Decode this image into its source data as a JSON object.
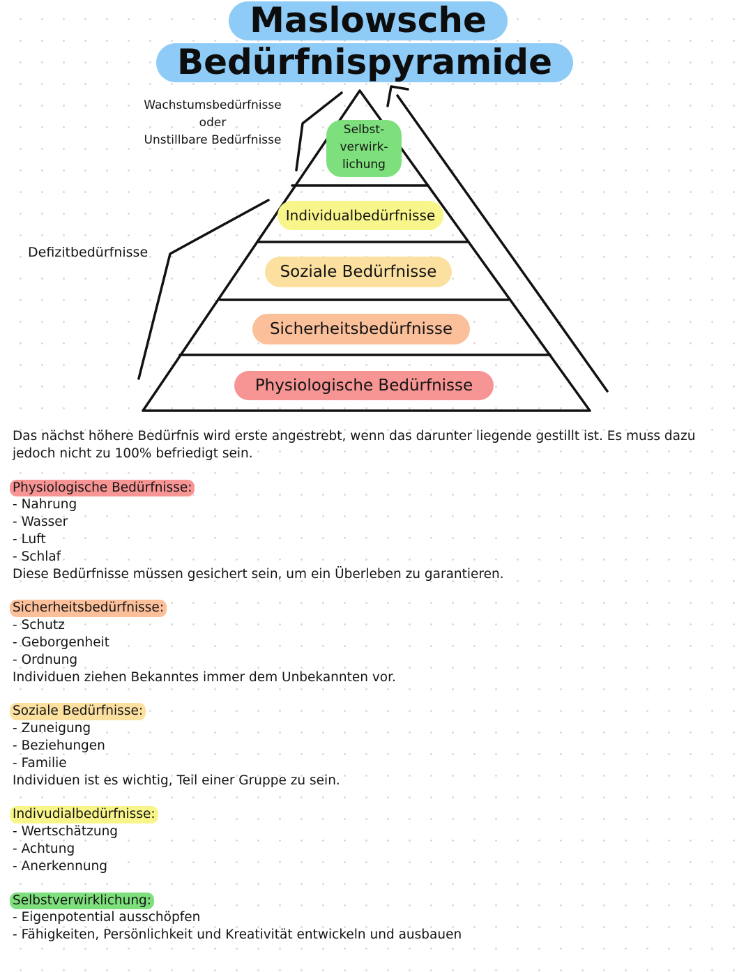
{
  "title": {
    "line1": "Maslowsche",
    "line2": "Bedürfnispyramide",
    "highlight_color": "#8ecbf7"
  },
  "pyramid": {
    "levels": [
      {
        "id": "self",
        "label_lines": [
          "Selbst-",
          "verwirk-",
          "lichung"
        ],
        "color": "#7ee07d"
      },
      {
        "id": "individual",
        "label": "Individualbedürfnisse",
        "color": "#f8f58a"
      },
      {
        "id": "social",
        "label": "Soziale Bedürfnisse",
        "color": "#fbe0a0"
      },
      {
        "id": "safety",
        "label": "Sicherheitsbedürfnisse",
        "color": "#fbbf9a"
      },
      {
        "id": "physio",
        "label": "Physiologische Bedürfnisse",
        "color": "#f79494"
      }
    ],
    "growth_label_lines": [
      "Wachstumsbedürfnisse",
      "oder",
      "Unstillbare Bedürfnisse"
    ],
    "deficit_label": "Defizitbedürfnisse"
  },
  "intro": "Das nächst höhere Bedürfnis wird erste angestrebt, wenn das darunter liegende gestillt ist. Es muss dazu jedoch nicht zu 100% befriedigt sein.",
  "sections": [
    {
      "heading": "Physiologische Bedürfnisse:",
      "color": "#f79494",
      "items": [
        "Nahrung",
        "Wasser",
        "Luft",
        "Schlaf"
      ],
      "note": "Diese Bedürfnisse müssen gesichert sein, um ein Überleben zu garantieren."
    },
    {
      "heading": "Sicherheitsbedürfnisse:",
      "color": "#fbbf9a",
      "items": [
        "Schutz",
        "Geborgenheit",
        "Ordnung"
      ],
      "note": "Individuen ziehen Bekanntes immer dem Unbekannten vor."
    },
    {
      "heading": "Soziale Bedürfnisse:",
      "color": "#fbe0a0",
      "items": [
        "Zuneigung",
        "Beziehungen",
        "Familie"
      ],
      "note": "Individuen ist es wichtig, Teil einer Gruppe zu sein."
    },
    {
      "heading": "Indivudialbedürfnisse:",
      "color": "#f8f58a",
      "items": [
        "Wertschätzung",
        "Achtung",
        "Anerkennung"
      ],
      "note": ""
    },
    {
      "heading": "Selbstverwirklichung:",
      "color": "#7ee07d",
      "items": [
        "Eigenpotential ausschöpfen",
        "Fähigkeiten, Persönlichkeit und Kreativität entwickeln und ausbauen"
      ],
      "note": ""
    }
  ]
}
